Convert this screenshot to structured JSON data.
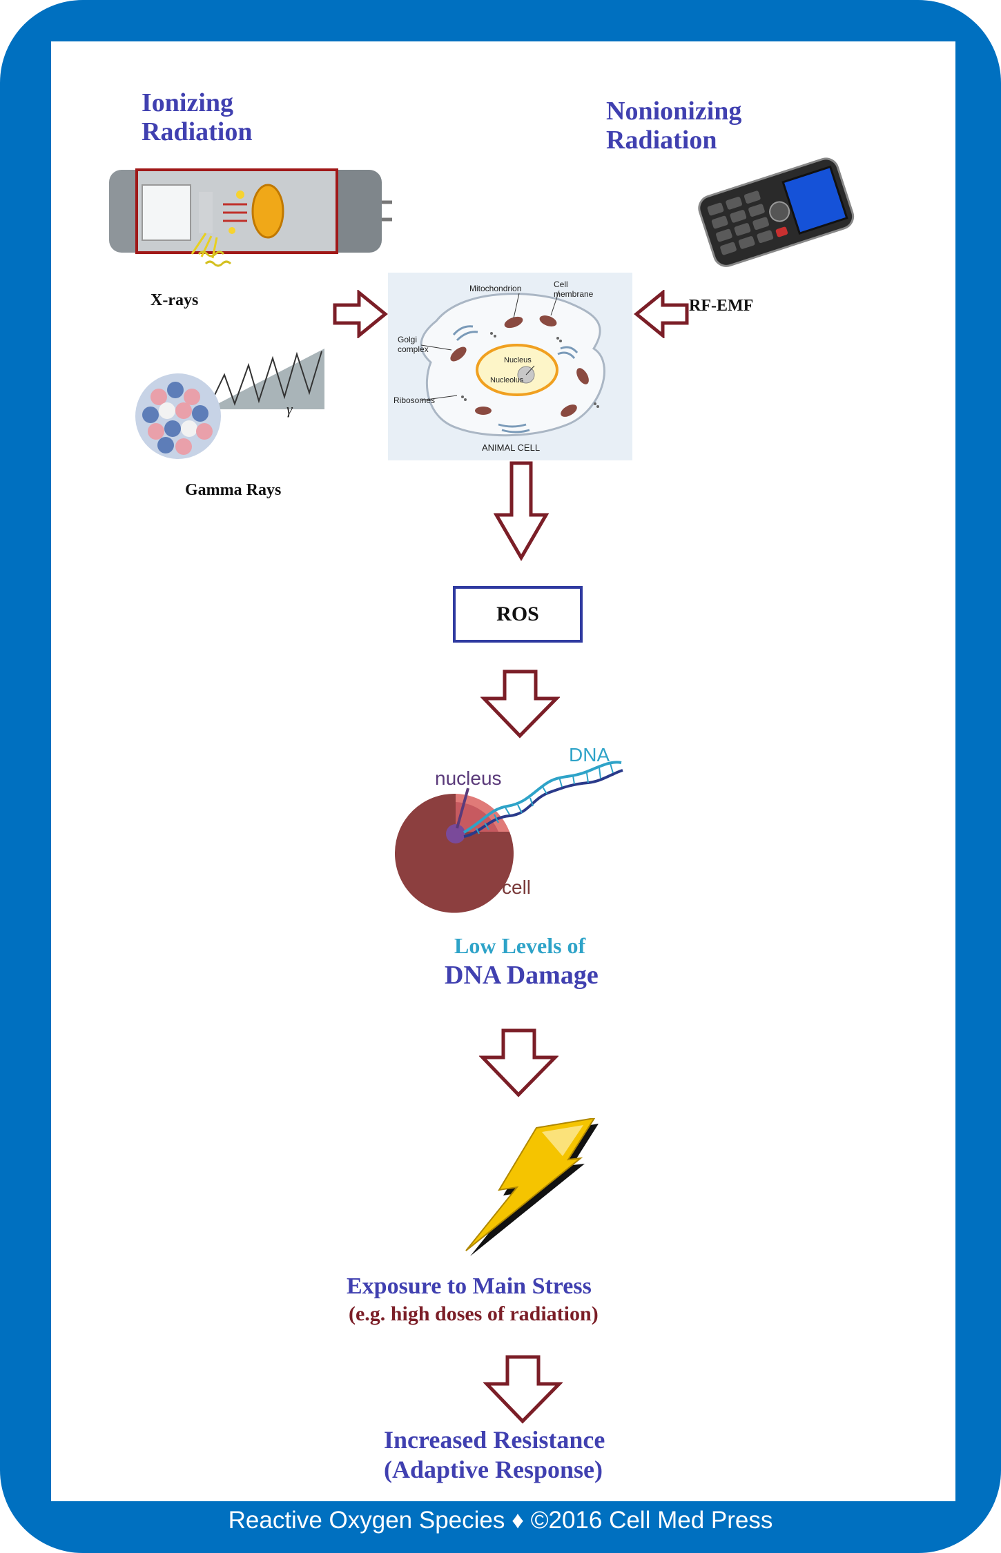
{
  "ionizing": {
    "line1": "Ionizing",
    "line2": "Radiation"
  },
  "nonionizing": {
    "line1": "Nonionizing",
    "line2": "Radiation"
  },
  "xrays_label": "X-rays",
  "gamma_label": "Gamma Rays",
  "gamma_symbol": "γ",
  "rfemf_label": "RF-EMF",
  "cell_diagram": {
    "mitochondrion": "Mitochondrion",
    "cell": "Cell",
    "membrane": "membrane",
    "golgi": "Golgi",
    "complex": "complex",
    "nucleus": "Nucleus",
    "nucleolus": "Nucleolus",
    "ribosomes": "Ribosomes",
    "title": "ANIMAL CELL"
  },
  "ros_label": "ROS",
  "dna_figure": {
    "dna": "DNA",
    "nucleus": "nucleus",
    "cell": "cell"
  },
  "dna_damage": {
    "line1": "Low Levels of",
    "line2": "DNA Damage"
  },
  "main_stress": {
    "line1": "Exposure to Main Stress",
    "line2": "(e.g. high doses of radiation)"
  },
  "resistance": {
    "line1": "Increased Resistance",
    "line2": "(Adaptive Response)"
  },
  "footer": "Reactive Oxygen Species ♦ ©2016 Cell Med Press",
  "colors": {
    "frame": "#0070c0",
    "arrow": "#7b1e27",
    "heading": "#4040b0",
    "dna_blue": "#2ea3c8",
    "bolt": "#f5c400"
  }
}
